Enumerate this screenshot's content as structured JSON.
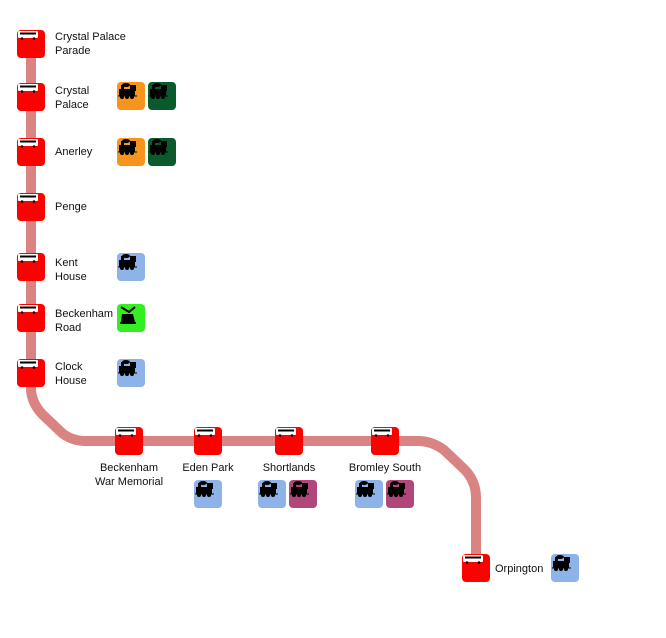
{
  "colors": {
    "line": "#d98383",
    "bus": "#ff0000",
    "overground": "#f7941d",
    "southern": "#0b5a2b",
    "southeastern": "#8db3e8",
    "thameslink": "#b0467a",
    "tram": "#33ee22"
  },
  "stations": [
    {
      "name": "Crystal Palace Parade",
      "lines": [
        "Crystal Palace",
        "Parade"
      ],
      "connections": []
    },
    {
      "name": "Crystal Palace",
      "lines": [
        "Crystal",
        "Palace"
      ],
      "connections": [
        "overground-train-icon",
        "southern-train-icon"
      ]
    },
    {
      "name": "Anerley",
      "lines": [
        "Anerley"
      ],
      "connections": [
        "overground-train-icon",
        "southern-train-icon"
      ]
    },
    {
      "name": "Penge",
      "lines": [
        "Penge"
      ],
      "connections": []
    },
    {
      "name": "Kent House",
      "lines": [
        "Kent",
        "House"
      ],
      "connections": [
        "southeastern-train-icon"
      ]
    },
    {
      "name": "Beckenham Road",
      "lines": [
        "Beckenham",
        "Road"
      ],
      "connections": [
        "tram-icon"
      ]
    },
    {
      "name": "Clock House",
      "lines": [
        "Clock",
        "House"
      ],
      "connections": [
        "southeastern-train-icon"
      ]
    },
    {
      "name": "Beckenham War Memorial",
      "lines": [
        "Beckenham",
        "War Memorial"
      ],
      "connections": []
    },
    {
      "name": "Eden Park",
      "lines": [
        "Eden Park"
      ],
      "connections": [
        "southeastern-train-icon"
      ]
    },
    {
      "name": "Shortlands",
      "lines": [
        "Shortlands"
      ],
      "connections": [
        "southeastern-train-icon",
        "thameslink-train-icon"
      ]
    },
    {
      "name": "Bromley South",
      "lines": [
        "Bromley South"
      ],
      "connections": [
        "southeastern-train-icon",
        "thameslink-train-icon"
      ]
    },
    {
      "name": "Orpington",
      "lines": [
        "Orpington"
      ],
      "connections": [
        "southeastern-train-icon"
      ]
    }
  ]
}
